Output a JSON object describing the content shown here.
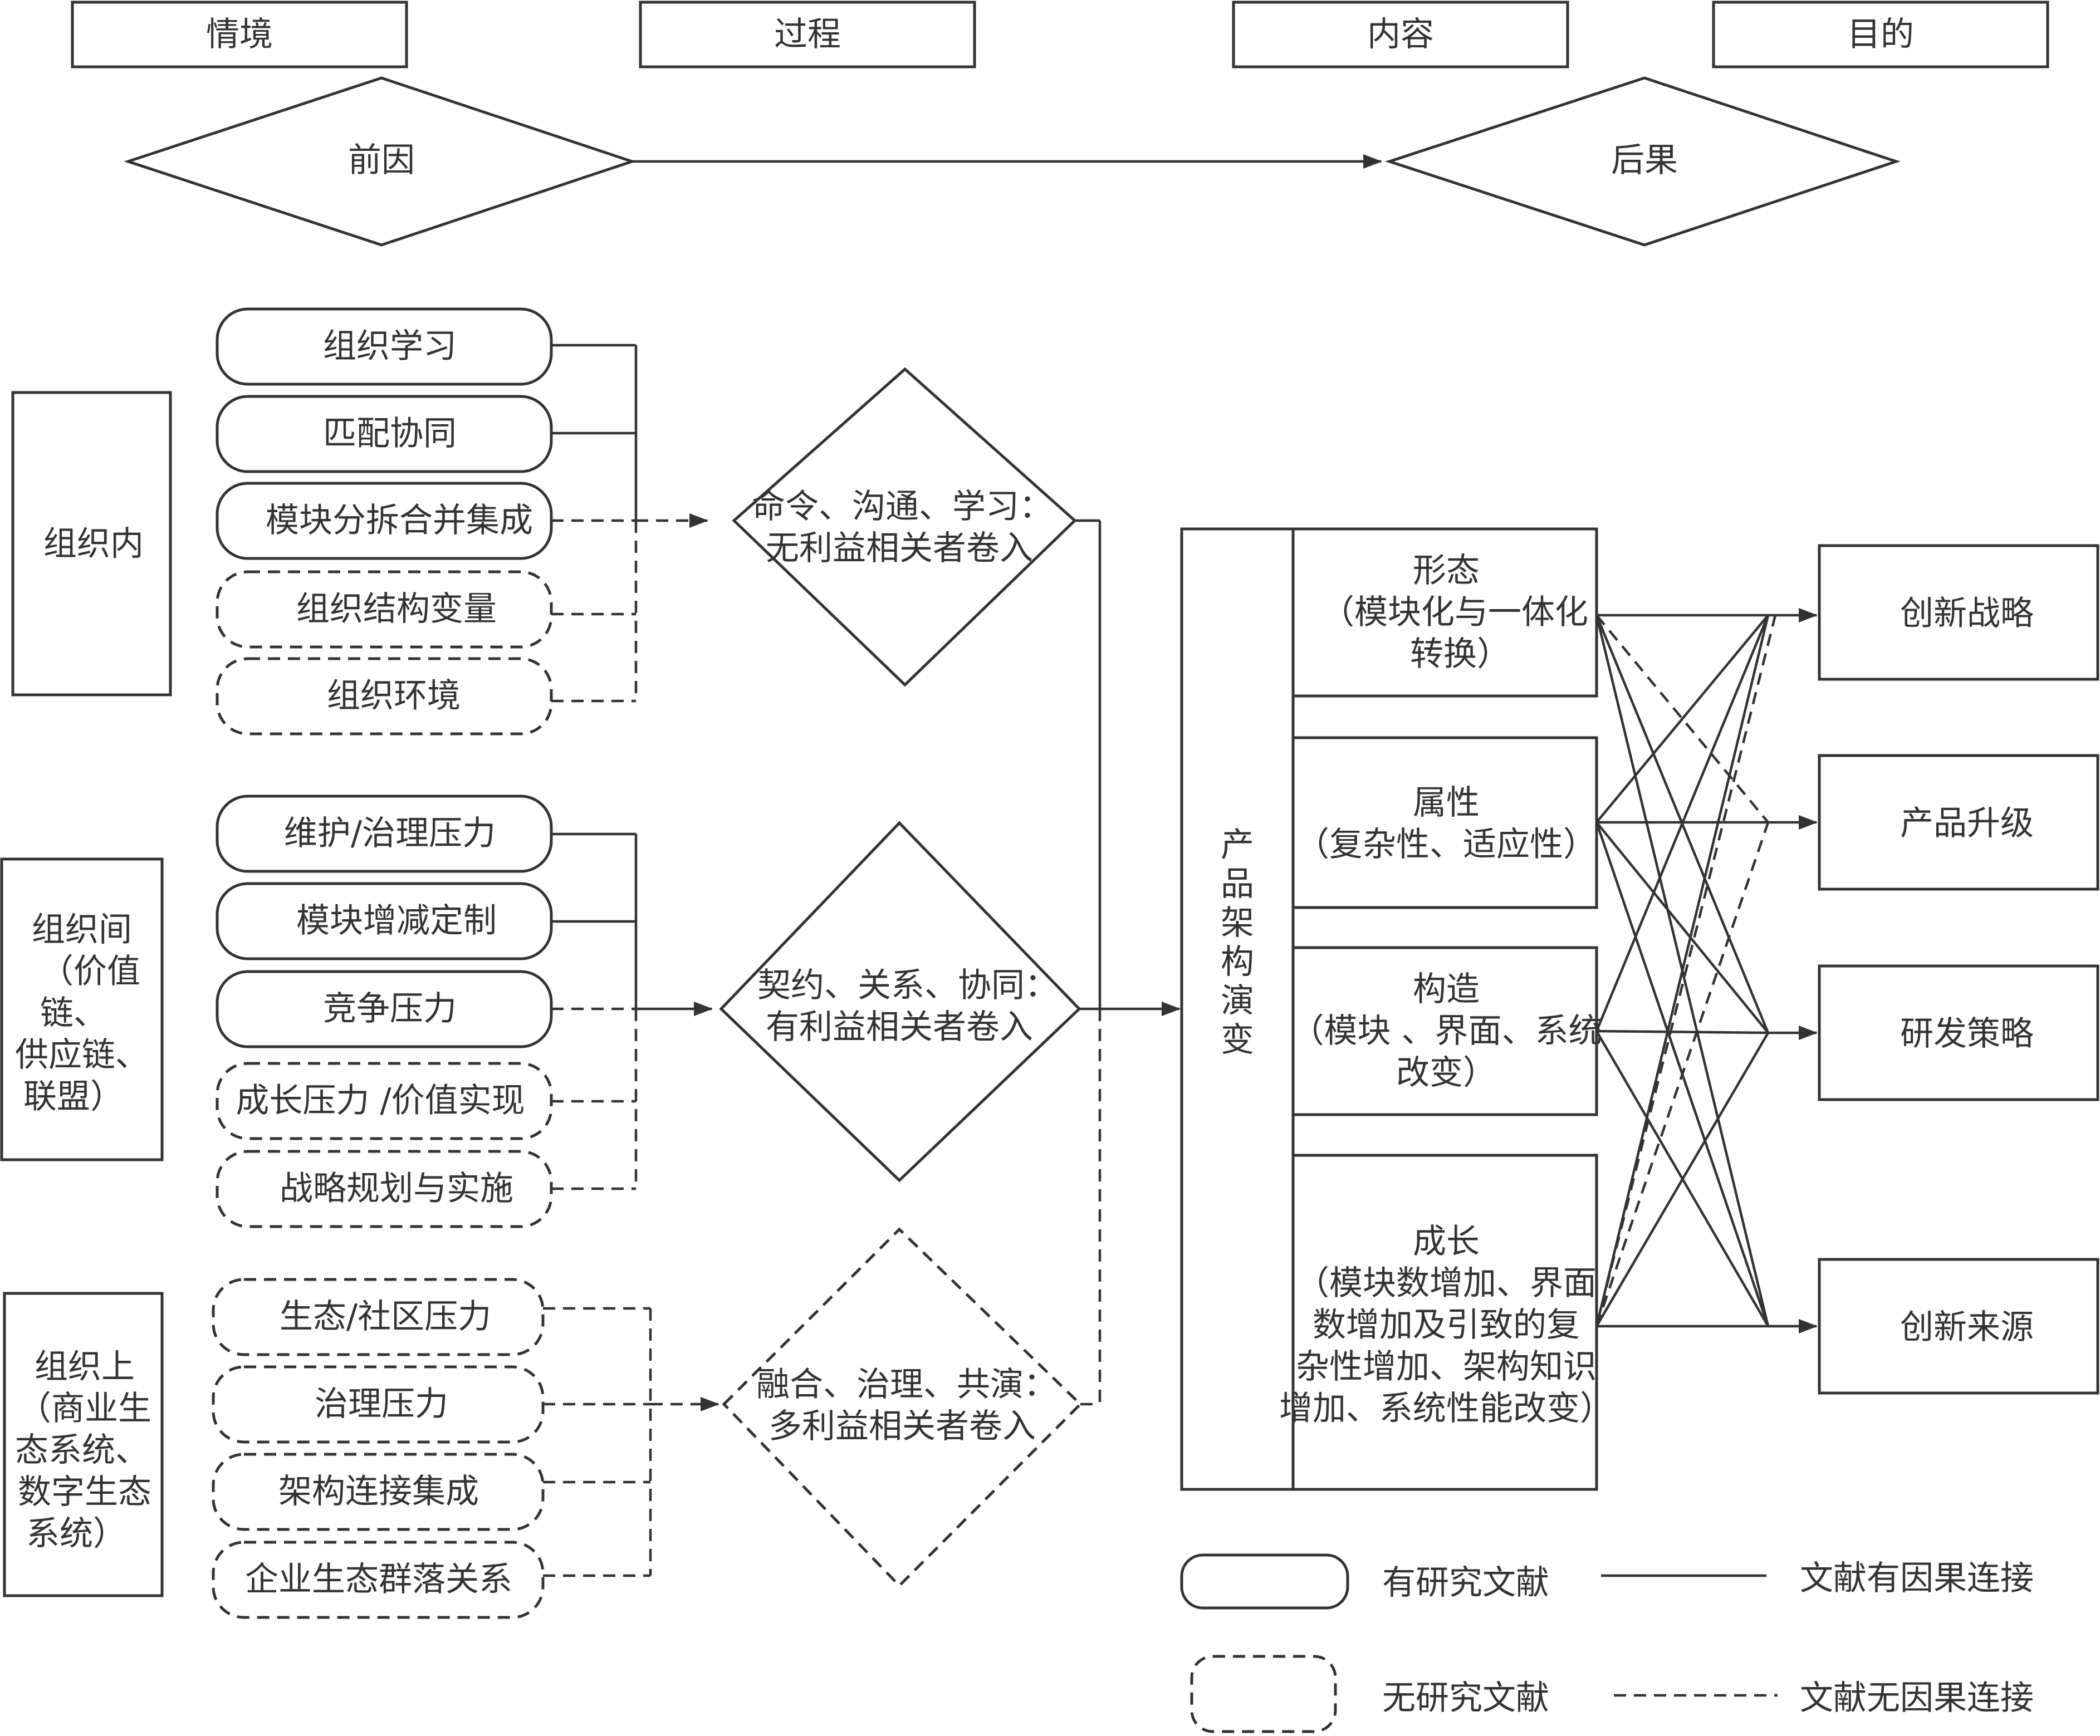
{
  "header": {
    "situation": "情境",
    "process": "过程",
    "content": "内容",
    "purpose": "目的",
    "antecedent": "前因",
    "consequence": "后果"
  },
  "levels": {
    "intra": [
      "组织内"
    ],
    "inter": [
      "组织间",
      "（价值",
      "链、",
      "供应链、",
      "联盟）"
    ],
    "supra": [
      "组织上",
      "（商业生",
      "态系统、",
      "数字生态",
      "系统）"
    ]
  },
  "antecedents": {
    "intra": [
      {
        "label": "组织学习",
        "studied": true
      },
      {
        "label": "匹配协同",
        "studied": true
      },
      {
        "label": "模块分拆合并集成",
        "studied": true
      },
      {
        "label": "组织结构变量",
        "studied": false
      },
      {
        "label": "组织环境",
        "studied": false
      }
    ],
    "inter": [
      {
        "label": "维护/治理压力",
        "studied": true
      },
      {
        "label": "模块增减定制",
        "studied": true
      },
      {
        "label": "竞争压力",
        "studied": true
      },
      {
        "label": "成长压力 /价值实现",
        "studied": false
      },
      {
        "label": "战略规划与实施",
        "studied": false
      }
    ],
    "supra": [
      {
        "label": "生态/社区压力",
        "studied": false
      },
      {
        "label": "治理压力",
        "studied": false
      },
      {
        "label": "架构连接集成",
        "studied": false
      },
      {
        "label": "企业生态群落关系",
        "studied": false
      }
    ]
  },
  "processes": [
    {
      "lines": [
        "命令、沟通、学习：",
        "无利益相关者卷入"
      ],
      "studied": true
    },
    {
      "lines": [
        "契约、关系、协同：",
        "有利益相关者卷入"
      ],
      "studied": true
    },
    {
      "lines": [
        "融合、治理、共演：",
        "多利益相关者卷入"
      ],
      "studied": false
    }
  ],
  "evolution_label": [
    "产",
    "品",
    "架",
    "构",
    "演",
    "变"
  ],
  "contents": [
    {
      "lines": [
        "形态",
        "（模块化与一体化",
        "转换）"
      ]
    },
    {
      "lines": [
        "属性",
        "（复杂性、适应性）"
      ]
    },
    {
      "lines": [
        "构造",
        "（模块 、界面、系统",
        "改变）"
      ]
    },
    {
      "lines": [
        "成长",
        "（模块数增加、界面",
        "数增加及引致的复",
        "杂性增加、架构知识",
        "增加、系统性能改变）"
      ]
    }
  ],
  "outcomes": [
    "创新战略",
    "产品升级",
    "研发策略",
    "创新来源"
  ],
  "legend": {
    "studied": "有研究文献",
    "not_studied": "无研究文献",
    "causal": "文献有因果连接",
    "no_causal": "文献无因果连接"
  }
}
